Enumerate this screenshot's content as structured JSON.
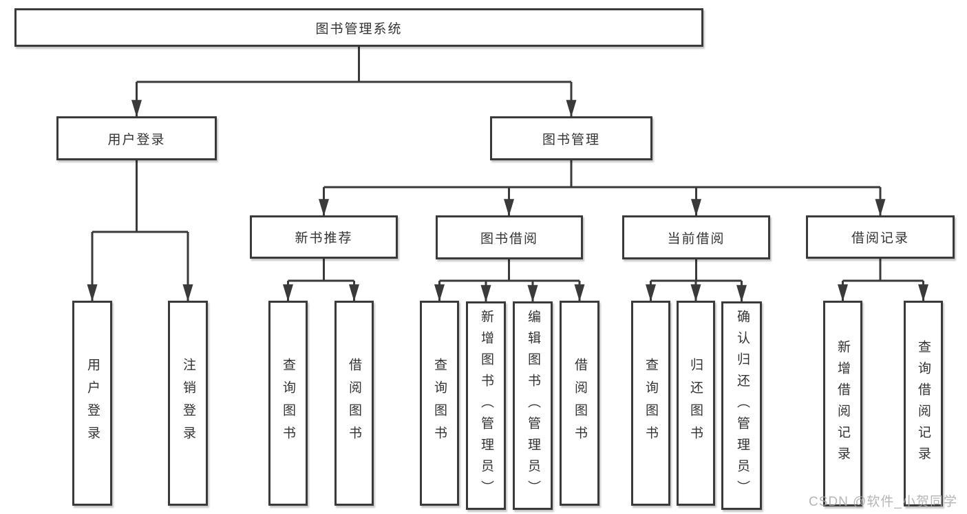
{
  "diagram_title": "图书管理系统",
  "colors": {
    "line": "#3a3a3a",
    "text": "#333333",
    "box_background": "#ffffff",
    "watermark": "#a8a8a8"
  },
  "tree": {
    "root": "图书管理系统",
    "level2": [
      "用户登录",
      "图书管理"
    ],
    "level3": [
      "新书推荐",
      "图书借阅",
      "当前借阅",
      "借阅记录"
    ],
    "leaves": {
      "login": [
        "用户登录",
        "注销登录"
      ],
      "newbook": [
        "查询图书",
        "借阅图书"
      ],
      "borrow": [
        "查询图书",
        "新增图书（管理员）",
        "编辑图书（管理员）",
        "借阅图书"
      ],
      "current": [
        "查询图书",
        "归还图书",
        "确认归还（管理员）"
      ],
      "records": [
        "新增借阅记录",
        "查询借阅记录"
      ]
    }
  },
  "watermark": "CSDN @软件_小贺同学"
}
